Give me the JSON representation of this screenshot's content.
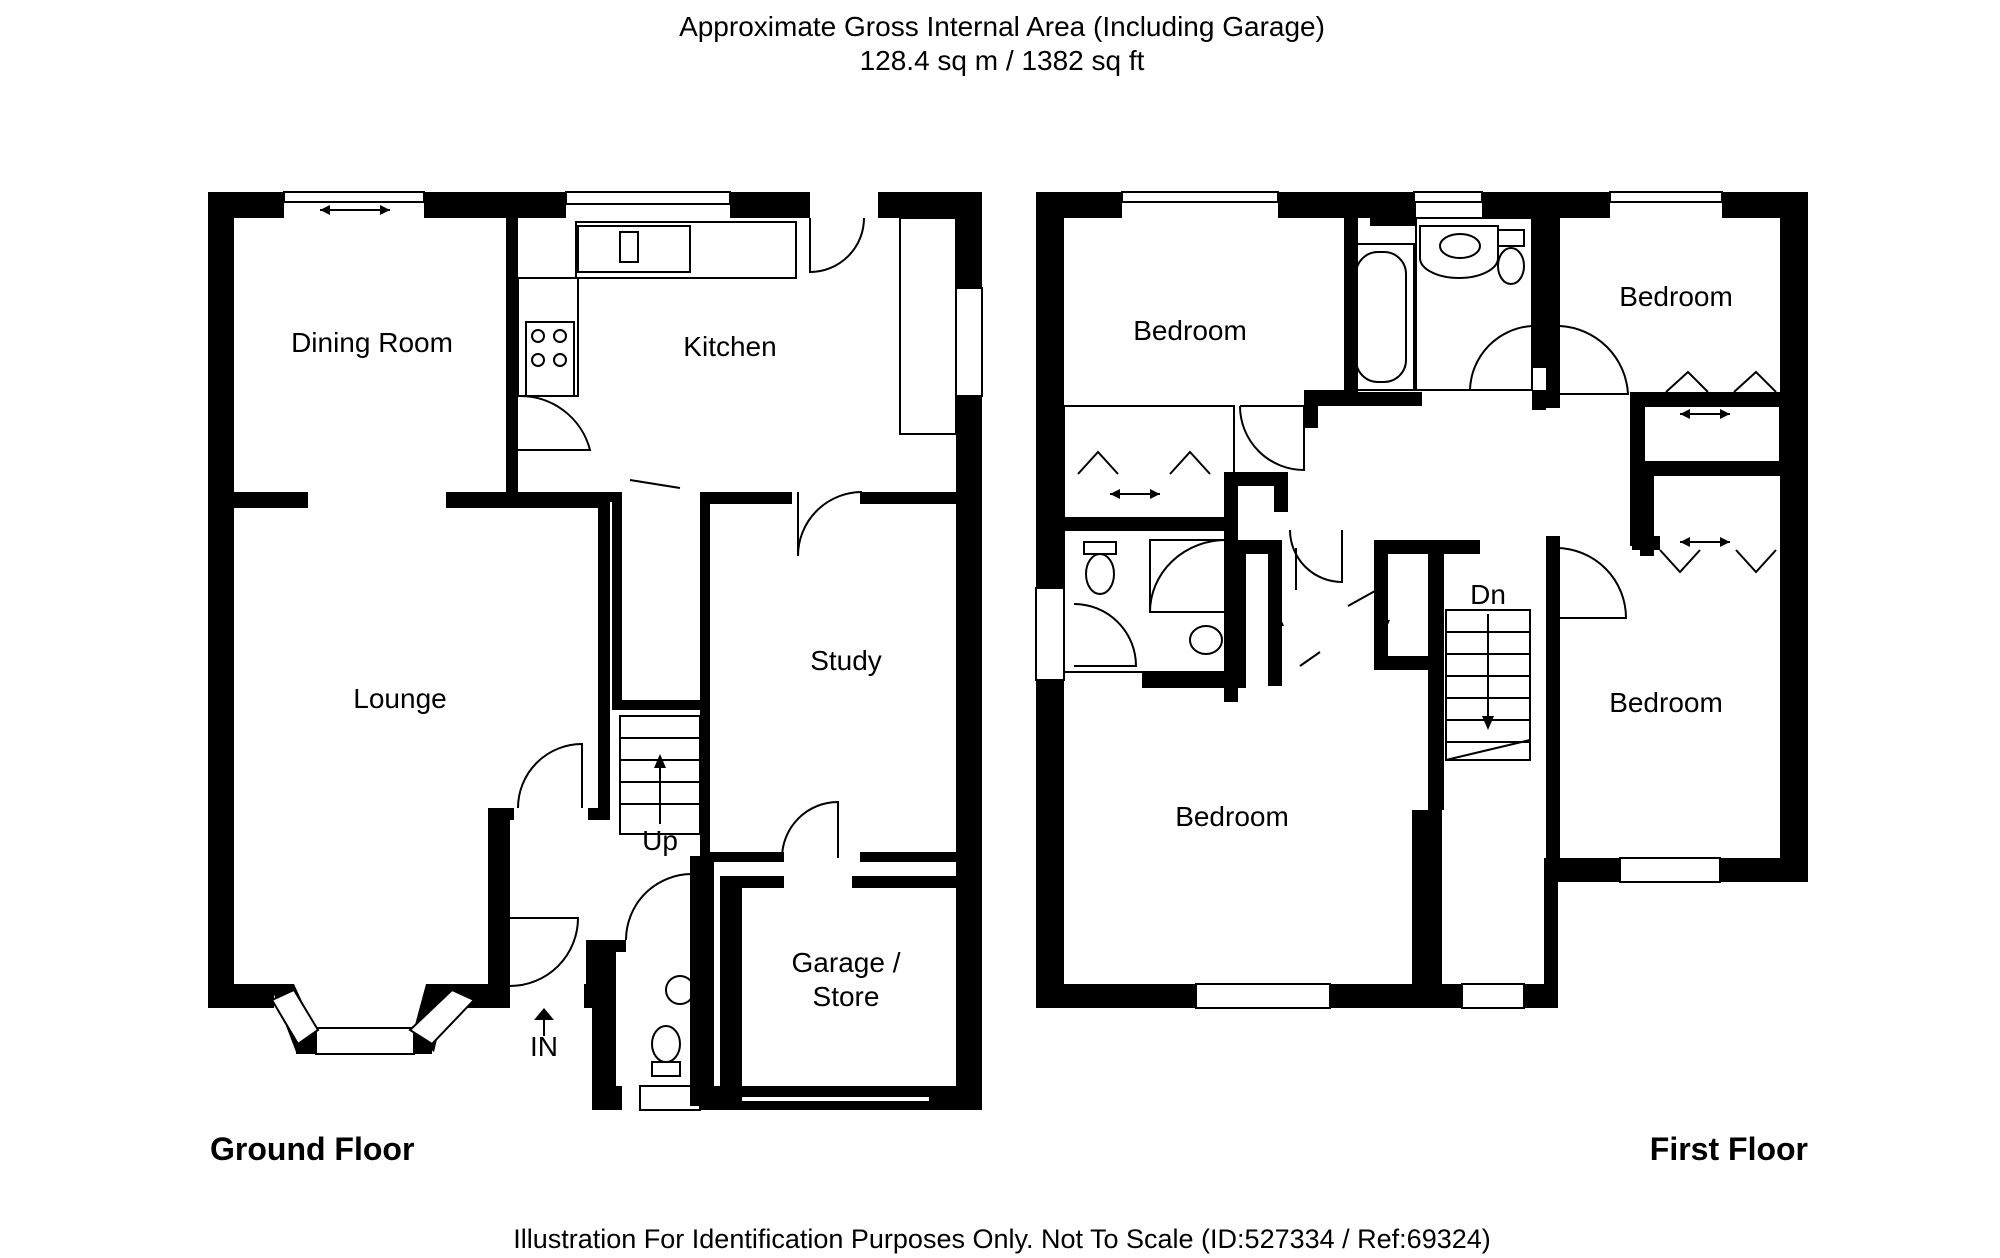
{
  "header": {
    "line1": "Approximate Gross Internal Area (Including Garage)",
    "line2": "128.4 sq m / 1382 sq ft"
  },
  "ground_floor": {
    "label": "Ground Floor",
    "rooms": {
      "dining": "Dining Room",
      "kitchen": "Kitchen",
      "lounge": "Lounge",
      "study": "Study",
      "garage_line1": "Garage /",
      "garage_line2": "Store"
    },
    "stairs": "Up",
    "entrance": "IN"
  },
  "first_floor": {
    "label": "First Floor",
    "rooms": {
      "bedroom_top_left": "Bedroom",
      "bedroom_top_right": "Bedroom",
      "bedroom_bottom_left": "Bedroom",
      "bedroom_right": "Bedroom"
    },
    "stairs": "Dn"
  },
  "footer": {
    "note": "Illustration For Identification Purposes Only. Not To Scale (ID:527334 / Ref:69324)"
  }
}
